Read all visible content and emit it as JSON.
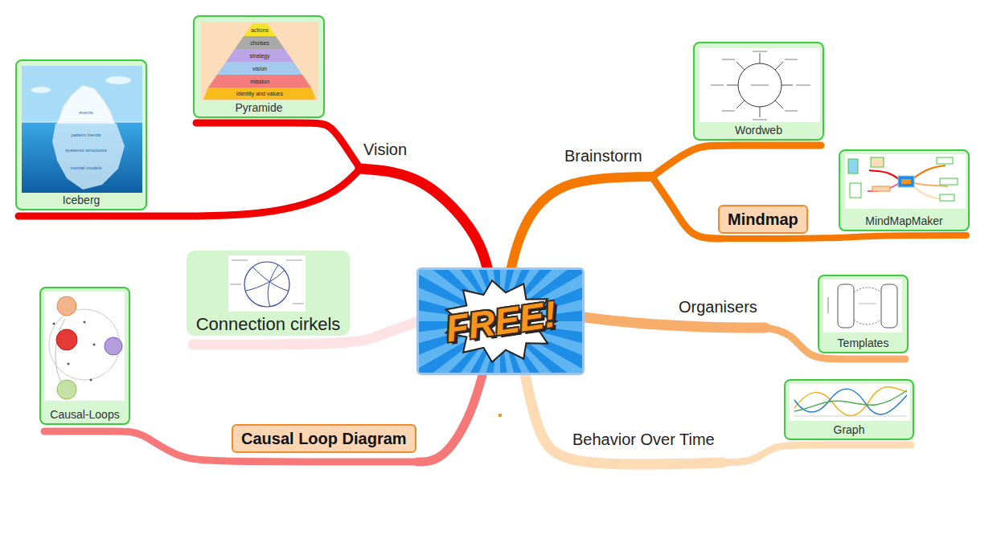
{
  "diagram": {
    "nodes": [
      {
        "text": [
          "FREE!"
        ]
      },
      {
        "text": [
          "Pyramide"
        ]
      },
      {
        "text": [
          "Iceberg"
        ]
      },
      {
        "text": [
          "Vision"
        ]
      },
      {
        "text": [
          "Wordweb"
        ]
      },
      {
        "text": [
          "Brainstorm"
        ]
      },
      {
        "text": [
          "Mindmap"
        ]
      },
      {
        "text": [
          "MindMapMaker"
        ]
      },
      {
        "text": [
          "Connection cirkels"
        ]
      },
      {
        "text": [
          "Organisers"
        ]
      },
      {
        "text": [
          "Templates"
        ]
      },
      {
        "text": [
          "Causal-Loops"
        ]
      },
      {
        "text": [
          "Causal Loop Diagram"
        ]
      },
      {
        "text": [
          "Behavior Over Time"
        ]
      },
      {
        "text": [
          "Graph"
        ]
      }
    ],
    "edges": [
      {
        "from": 0,
        "to": 3,
        "arrow": "none"
      },
      {
        "from": 3,
        "to": 1,
        "arrow": "none"
      },
      {
        "from": 3,
        "to": 2,
        "arrow": "none"
      },
      {
        "from": 0,
        "to": 5,
        "arrow": "none"
      },
      {
        "from": 5,
        "to": 4,
        "arrow": "none"
      },
      {
        "from": 5,
        "to": 6,
        "arrow": "none"
      },
      {
        "from": 6,
        "to": 7,
        "arrow": "none"
      },
      {
        "from": 0,
        "to": 9,
        "arrow": "none"
      },
      {
        "from": 9,
        "to": 10,
        "arrow": "none"
      },
      {
        "from": 0,
        "to": 13,
        "arrow": "none"
      },
      {
        "from": 13,
        "to": 14,
        "arrow": "none"
      },
      {
        "from": 0,
        "to": 8,
        "arrow": "none"
      },
      {
        "from": 0,
        "to": 12,
        "arrow": "none"
      },
      {
        "from": 12,
        "to": 11,
        "arrow": "none"
      }
    ],
    "labels": [
      "actions",
      "choises",
      "strategy",
      "vision",
      "mission",
      "identity and values",
      "events",
      "pattern trends",
      "systemic structures",
      "mental models"
    ]
  }
}
